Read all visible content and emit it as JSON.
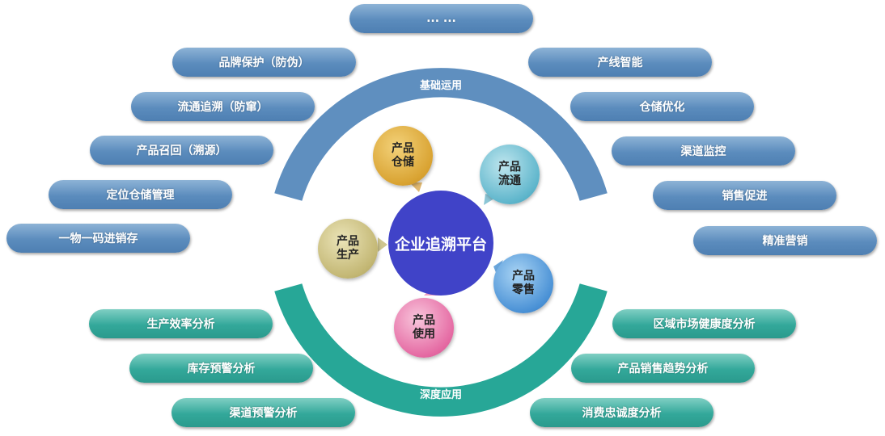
{
  "center": {
    "label": "企业追溯平台"
  },
  "arcs": {
    "top_label": "基础运用",
    "bottom_label": "深度应用"
  },
  "nodes": {
    "storage": "产品仓储",
    "circulation": "产品流通",
    "production": "产品生产",
    "retail": "产品零售",
    "usage": "产品使用"
  },
  "top_pill": "... ...",
  "basic_left": [
    "品牌保护（防伪）",
    "流通追溯（防窜）",
    "产品召回（溯源）",
    "定位仓储管理",
    "一物一码进销存"
  ],
  "basic_right": [
    "产线智能",
    "仓储优化",
    "渠道监控",
    "销售促进",
    "精准营销"
  ],
  "deep_left": [
    "生产效率分析",
    "库存预警分析",
    "渠道预警分析"
  ],
  "deep_right": [
    "区域市场健康度分析",
    "产品销售趋势分析",
    "消费忠诚度分析"
  ],
  "colors": {
    "basic": "#5b8cbd",
    "deep": "#2fa596",
    "core": "#4043c8"
  }
}
